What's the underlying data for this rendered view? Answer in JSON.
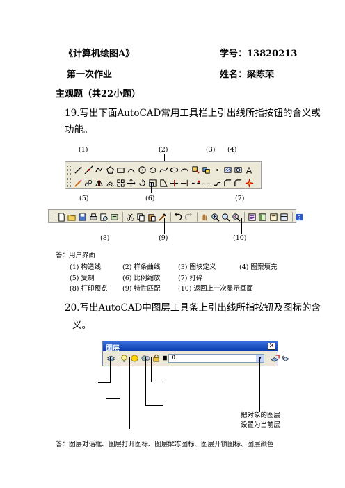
{
  "header": {
    "course_title": "《计算机绘图A》",
    "student_id": "学号：13820213",
    "assignment": "第一次作业",
    "student_name": "姓名：梁陈荣",
    "section_title": "主观题（共22小题）"
  },
  "q19": {
    "text_line1": "19.写出下面AutoCAD常用工具栏上引出线所指按钮的含义或",
    "text_line2": "功能。",
    "callouts": [
      "(1)",
      "(2)",
      "(3)",
      "(4)",
      "(5)",
      "(6)",
      "(7)",
      "(8)",
      "(9)",
      "(10)"
    ],
    "answer_intro": "答：用户界面",
    "answers": [
      [
        "(1) 构造线",
        "(2) 样条曲线",
        "(3) 图块定义",
        "(4) 图案填充"
      ],
      [
        "(5) 复制",
        "(6) 比例缩放",
        "(7) 打碎"
      ],
      [
        "(8) 打印预览",
        "(9) 特性匹配",
        "(10) 返回上一次显示画面"
      ]
    ]
  },
  "q20": {
    "text_line1": "20.写出AutoCAD中图层工具条上引出线所指按钮及图标的含",
    "text_line2": "义。",
    "window_title": "图层",
    "close_glyph": "✕",
    "layer_value": "0",
    "combo_arrow": "▾",
    "callout_current": [
      "把对象的图层",
      "设置为当前层"
    ],
    "answer": "答：图层对话框、图层打开图标、图层解冻图标、图层开锁图标、图层颜色"
  },
  "colors": {
    "accent": "#0a3cb0",
    "toolbar_bg": "#ece9d8"
  }
}
